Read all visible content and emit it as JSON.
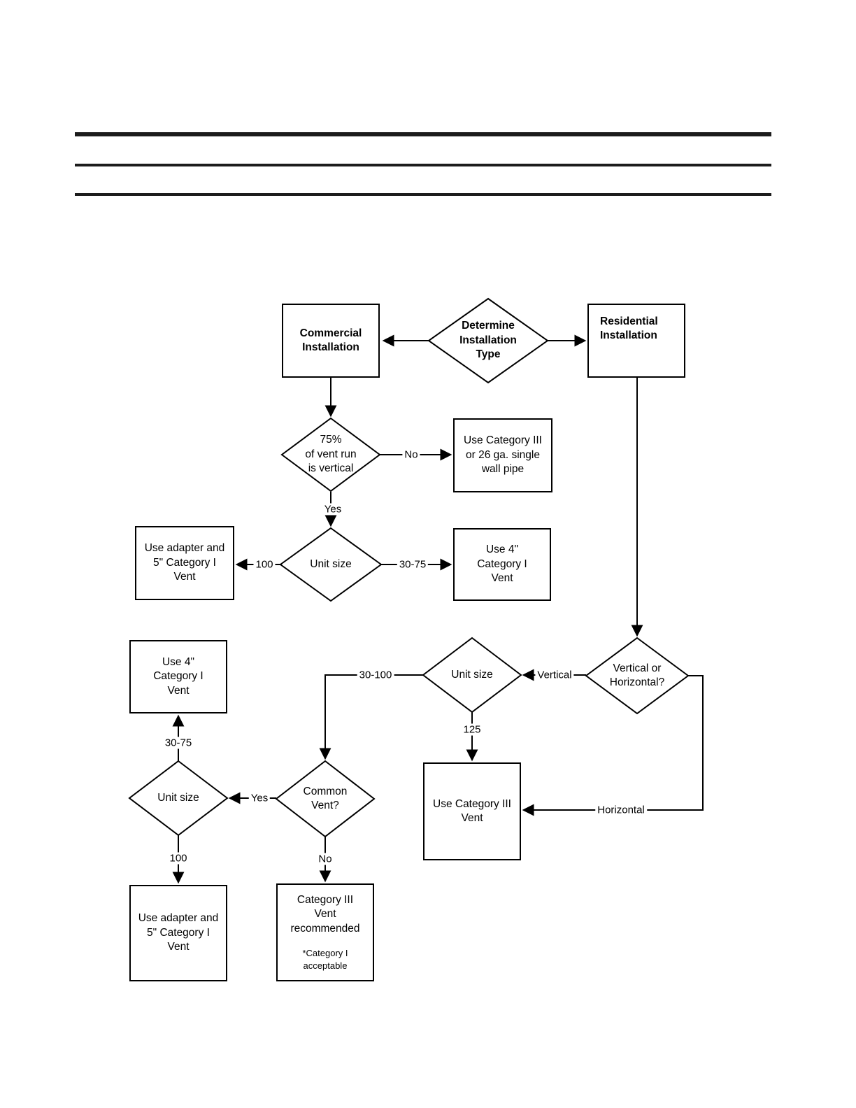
{
  "flowchart": {
    "nodes": {
      "commercial": "Commercial\nInstallation",
      "determine": "Determine\nInstallation\nType",
      "residential": "Residential\nInstallation",
      "vent75": "75%\nof vent run\nis vertical",
      "cat3_pipe": "Use Category III\nor 26 ga. single\nwall pipe",
      "unit_size_1": "Unit size",
      "adapter_1": "Use adapter and\n5\" Category I\nVent",
      "cat1_vent_1": "Use 4\"\nCategory I\nVent",
      "vert_horiz": "Vertical or\nHorizontal?",
      "unit_size_2": "Unit size",
      "cat1_vent_2": "Use 4\"\nCategory I\nVent",
      "common_vent": "Common\nVent?",
      "cat3_vent": "Use Category III\nVent",
      "unit_size_3": "Unit size",
      "adapter_2": "Use adapter and\n5\" Category I\nVent",
      "cat3_recommended": "Category III\nVent\nrecommended",
      "cat3_recommended_note": "*Category I\nacceptable"
    },
    "labels": {
      "no_1": "No",
      "yes_1": "Yes",
      "l100_a": "100",
      "l30_75_a": "30-75",
      "vertical": "Vertical",
      "l30_100": "30-100",
      "l125": "125",
      "horizontal": "Horizontal",
      "yes_2": "Yes",
      "no_2": "No",
      "l30_75_b": "30-75",
      "l100_b": "100"
    }
  }
}
